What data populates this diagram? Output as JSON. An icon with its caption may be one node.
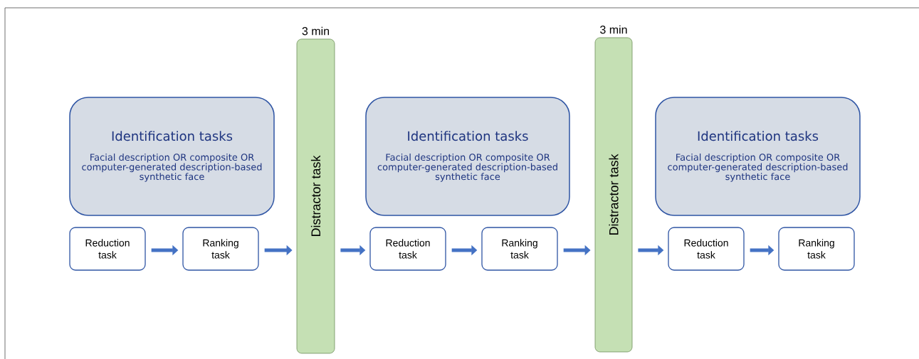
{
  "diagram": {
    "nodes": [
      {
        "text": [
          "Identification tasks",
          "Facial description OR composite OR computer-generated description-based synthetic face"
        ]
      },
      {
        "text": [
          "Reduction task"
        ]
      },
      {
        "text": [
          "Ranking task"
        ]
      },
      {
        "text": [
          "Distractor task"
        ],
        "beside": [
          "3 min"
        ]
      },
      {
        "text": [
          "Identification tasks",
          "Facial description OR composite OR computer-generated description-based synthetic face"
        ]
      },
      {
        "text": [
          "Reduction task"
        ]
      },
      {
        "text": [
          "Ranking task"
        ]
      },
      {
        "text": [
          "Distractor task"
        ],
        "beside": [
          "3 min"
        ]
      },
      {
        "text": [
          "Identification tasks",
          "Facial description OR composite OR computer-generated description-based synthetic face"
        ]
      },
      {
        "text": [
          "Reduction task"
        ]
      },
      {
        "text": [
          "Ranking task"
        ]
      }
    ],
    "edges": [
      {
        "from": 1,
        "to": 2,
        "arrow": "to"
      },
      {
        "from": 2,
        "to": 3,
        "arrow": "to"
      },
      {
        "from": 3,
        "to": 5,
        "arrow": "to"
      },
      {
        "from": 5,
        "to": 6,
        "arrow": "to"
      },
      {
        "from": 6,
        "to": 7,
        "arrow": "to"
      },
      {
        "from": 7,
        "to": 9,
        "arrow": "to"
      },
      {
        "from": 9,
        "to": 10,
        "arrow": "to"
      }
    ]
  }
}
